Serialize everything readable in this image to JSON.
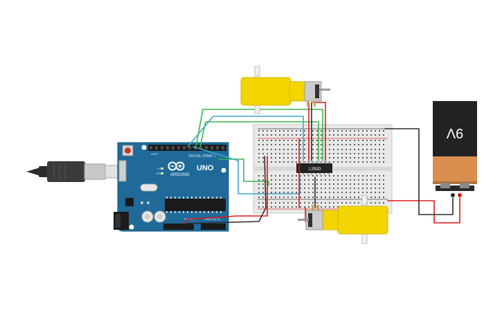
{
  "arduino": {
    "brand": "ARDUINO",
    "model": "UNO",
    "digital_label": "DIGITAL (PWM~)",
    "power_label": "POWER",
    "analog_label": "ANALOG IN",
    "aref_label": "AREF",
    "tx_label": "TX",
    "rx_label": "RX"
  },
  "driver_ic": {
    "label": "L293D"
  },
  "battery": {
    "label": "9V"
  },
  "colors": {
    "board": "#1f6a99",
    "motor_yellow": "#f3d300",
    "battery_black": "#222222",
    "battery_copper": "#d98f4f",
    "wire_red": "#e01818",
    "wire_black": "#2a2a2a",
    "wire_green": "#35b54a",
    "wire_cyan": "#39a9c9"
  },
  "icons": [
    "usb-cable-icon",
    "reset-button-icon",
    "arduino-logo-icon"
  ]
}
